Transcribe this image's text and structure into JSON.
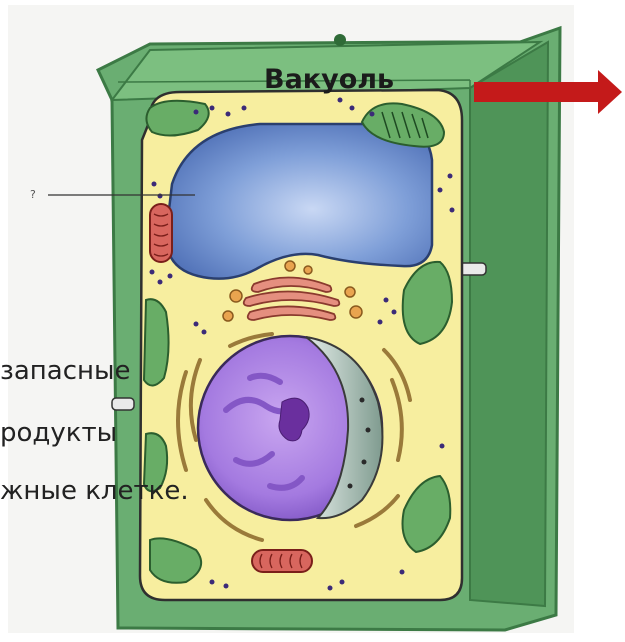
{
  "diagram": {
    "title": "Вакуоль",
    "question_mark": "?",
    "text_lines": [
      "запасные",
      "родукты",
      "жные клетке."
    ]
  },
  "colors": {
    "cell_wall": "#69ad70",
    "wall_dark": "#3f7f48",
    "cytoplasm": "#f7ee9f",
    "vacuole": "#6f8fcc",
    "nucleus": "#a67be0",
    "chloroplast": "#68ad66",
    "mitochondria": "#d8665e",
    "golgi": "#e58f7f",
    "arrow": "#c41a1a"
  }
}
